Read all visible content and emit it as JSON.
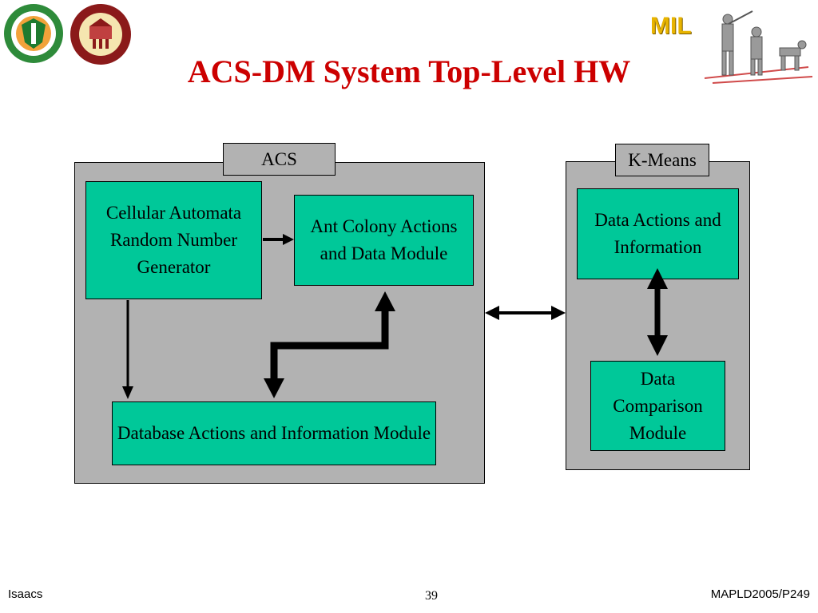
{
  "slide": {
    "title": "ACS-DM System Top-Level HW",
    "logo_mil_text": "MIL"
  },
  "diagram": {
    "acs": {
      "label": "ACS",
      "cellular_automata": "Cellular Automata Random Number Generator",
      "ant_colony": "Ant Colony Actions and Data Module",
      "database": "Database Actions and Information Module"
    },
    "kmeans": {
      "label": "K-Means",
      "data_actions": "Data Actions and Information",
      "data_comparison": "Data Comparison Module"
    }
  },
  "footer": {
    "author": "Isaacs",
    "page_number": "39",
    "reference": "MAPLD2005/P249"
  },
  "colors": {
    "title": "#cc0000",
    "panel": "#b2b2b2",
    "module": "#00c899"
  }
}
